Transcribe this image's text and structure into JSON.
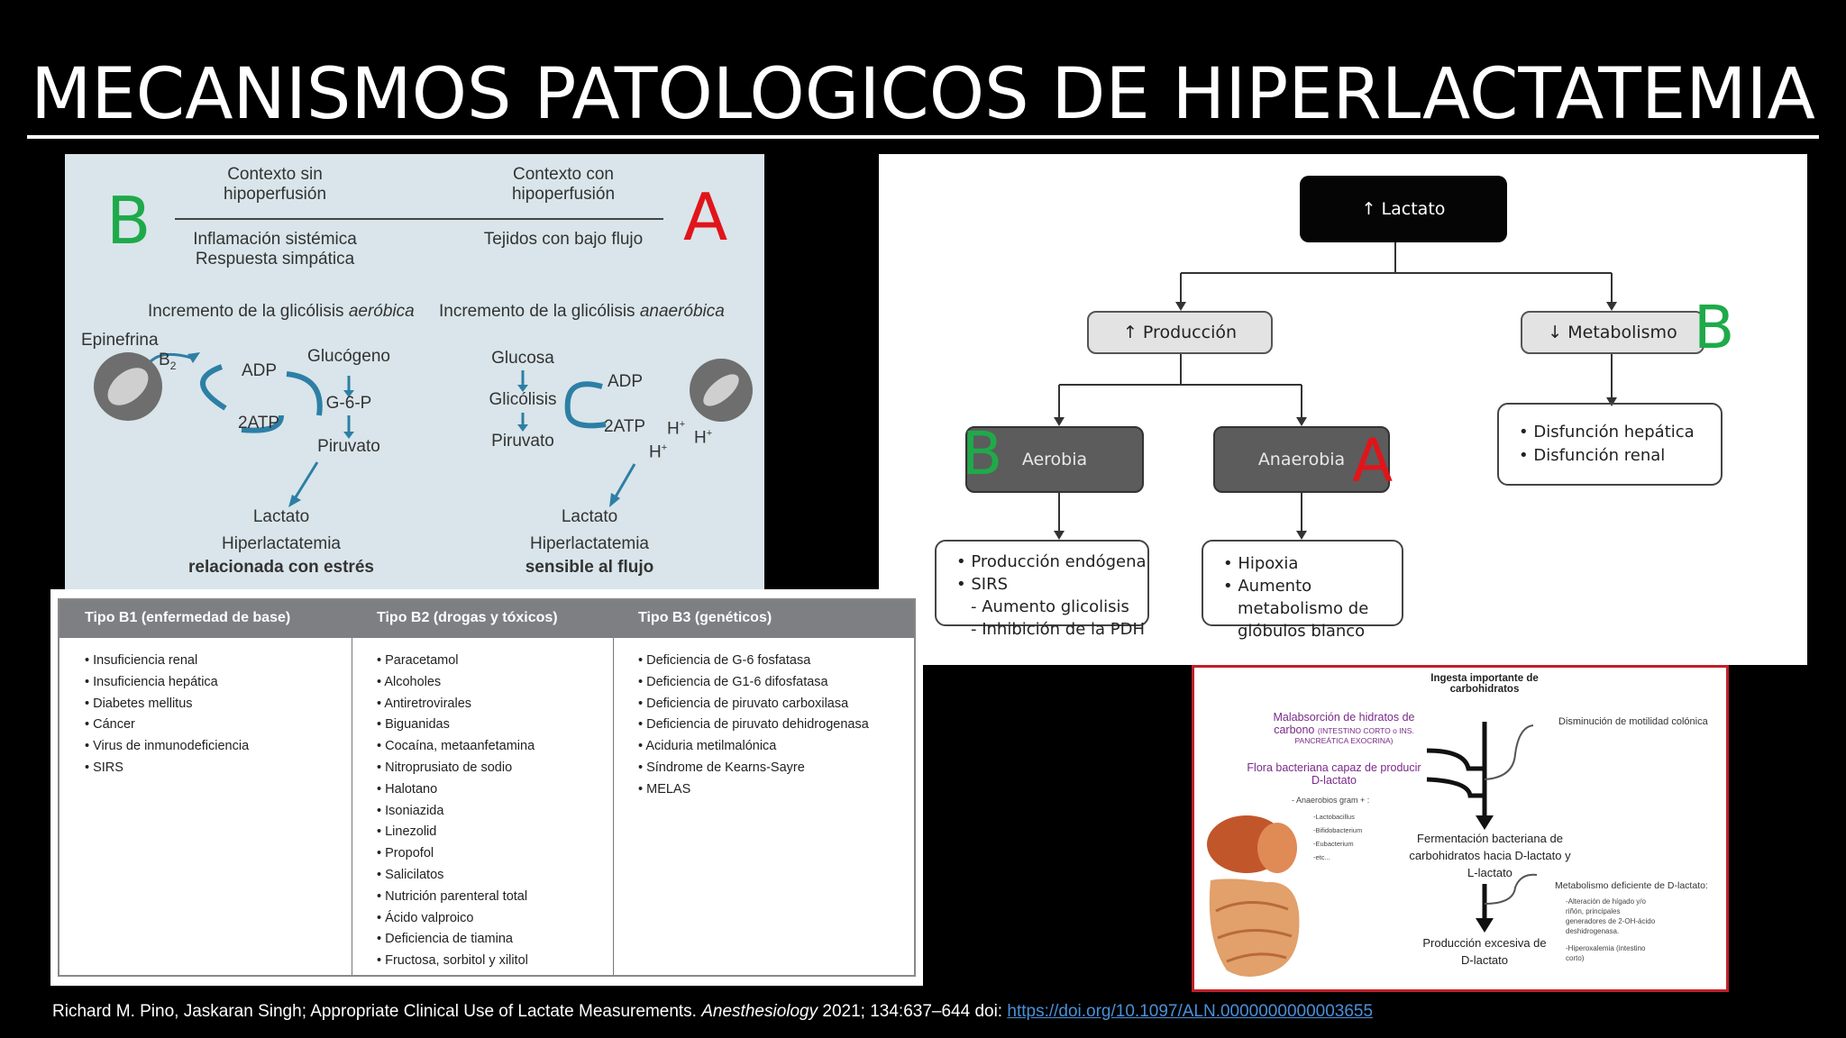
{
  "title": "MECANISMOS PATOLOGICOS DE HIPERLACTATEMIA",
  "left_diagram": {
    "context_no": [
      "Contexto sin",
      "hipoperfusión"
    ],
    "context_yes": [
      "Contexto con",
      "hipoperfusión"
    ],
    "letter_b": "B",
    "letter_a": "A",
    "left_causes": [
      "Inflamación sistémica",
      "Respuesta simpática"
    ],
    "right_cause": "Tejidos con bajo flujo",
    "aerobic_title_prefix": "Incremento de la glicólisis ",
    "aerobic_title_italic": "aeróbica",
    "anaerobic_title_prefix": "Incremento de la glicólisis ",
    "anaerobic_title_italic": "anaeróbica",
    "epinefrina": "Epinefrina",
    "b2": "B",
    "b2_sub": "2",
    "adp": "ADP",
    "atp": "2ATP",
    "glucogeno": "Glucógeno",
    "g6p": "G-6-P",
    "piruvato": "Piruvato",
    "lactato": "Lactato",
    "hiper_left": "Hiperlactatemia",
    "hiper_left_bold": "relacionada con estrés",
    "glucosa": "Glucosa",
    "glicolisis": "Glicólisis",
    "h_plus": "H",
    "h_sup": "+",
    "hiper_right": "Hiperlactatemia",
    "hiper_right_bold": "sensible al flujo"
  },
  "flowchart": {
    "root": "↑ Lactato",
    "produccion": "↑ Producción",
    "metabolismo": "↓ Metabolismo",
    "aerobia": "Aerobia",
    "anaerobia": "Anaerobia",
    "letter_b1": "B",
    "letter_b2": "B",
    "letter_a": "A",
    "aerobia_items": [
      "Producción endógena",
      "SIRS"
    ],
    "aerobia_sub": [
      "- Aumento glicolisis",
      "- Inhibición de la PDH"
    ],
    "anaerobia_items": [
      "Hipoxia",
      "Aumento"
    ],
    "anaerobia_cont": [
      "metabolismo de",
      "glóbulos blanco"
    ],
    "metabolismo_items": [
      "Disfunción hepática",
      "Disfunción renal"
    ]
  },
  "table": {
    "headers": [
      "Tipo B1 (enfermedad de base)",
      "Tipo B2 (drogas y tóxicos)",
      "Tipo B3 (genéticos)"
    ],
    "col1": [
      "Insuficiencia renal",
      "Insuficiencia hepática",
      "Diabetes mellitus",
      "Cáncer",
      "Virus de inmunodeficiencia",
      "SIRS"
    ],
    "col2": [
      "Paracetamol",
      "Alcoholes",
      "Antiretrovirales",
      "Biguanidas",
      "Cocaína, metaanfetamina",
      "Nitroprusiato de sodio",
      "Halotano",
      "Isoniazida",
      "Linezolid",
      "Propofol",
      "Salicilatos",
      "Nutrición parenteral total",
      "Ácido valproico",
      "Deficiencia de tiamina",
      "Fructosa, sorbitol y xilitol"
    ],
    "col3": [
      "Deficiencia de G-6 fosfatasa",
      "Deficiencia de G1-6 difosfatasa",
      "Deficiencia de piruvato carboxilasa",
      "Deficiencia de piruvato dehidrogenasa",
      "Aciduria metilmalónica",
      "Síndrome de Kearns-Sayre",
      "MELAS"
    ]
  },
  "dlactate": {
    "top": [
      "Ingesta importante de",
      "carbohidratos"
    ],
    "malabs": [
      "Malabsorción de hidratos de",
      "carbono"
    ],
    "malabs_small": [
      "(INTESTINO CORTO o INS.",
      "PANCREÁTICA EXOCRINA)"
    ],
    "flora": [
      "Flora bacteriana capaz de producir",
      "D-lactato"
    ],
    "anaerobios": "- Anaerobios gram + :",
    "bacteria": [
      "-Lactobacillus",
      "-Bifidobacterium",
      "-Eubacterium",
      "-etc..."
    ],
    "motilidad": "Disminución de motilidad colónica",
    "fermentacion": [
      "Fermentación bacteriana de",
      "carbohidratos hacia D-lactato y",
      "L-lactato"
    ],
    "metab_def": "Metabolismo deficiente de D-lactato:",
    "metab_items": [
      "-Alteración de hígado y/o",
      "riñón, principales",
      "generadores de 2-OH-ácido",
      "deshidrogenasa.",
      "",
      "-Hiperoxalemia (intestino",
      "corto)"
    ],
    "produccion": [
      "Producción excesiva de",
      "D-lactato"
    ]
  },
  "citation": {
    "authors": "Richard M. Pino, Jaskaran Singh; Appropriate Clinical Use of Lactate Measurements. ",
    "journal": "Anesthesiology",
    "details": " 2021; 134:637–644 doi: ",
    "doi": "https://doi.org/10.1097/ALN.0000000000003655"
  }
}
